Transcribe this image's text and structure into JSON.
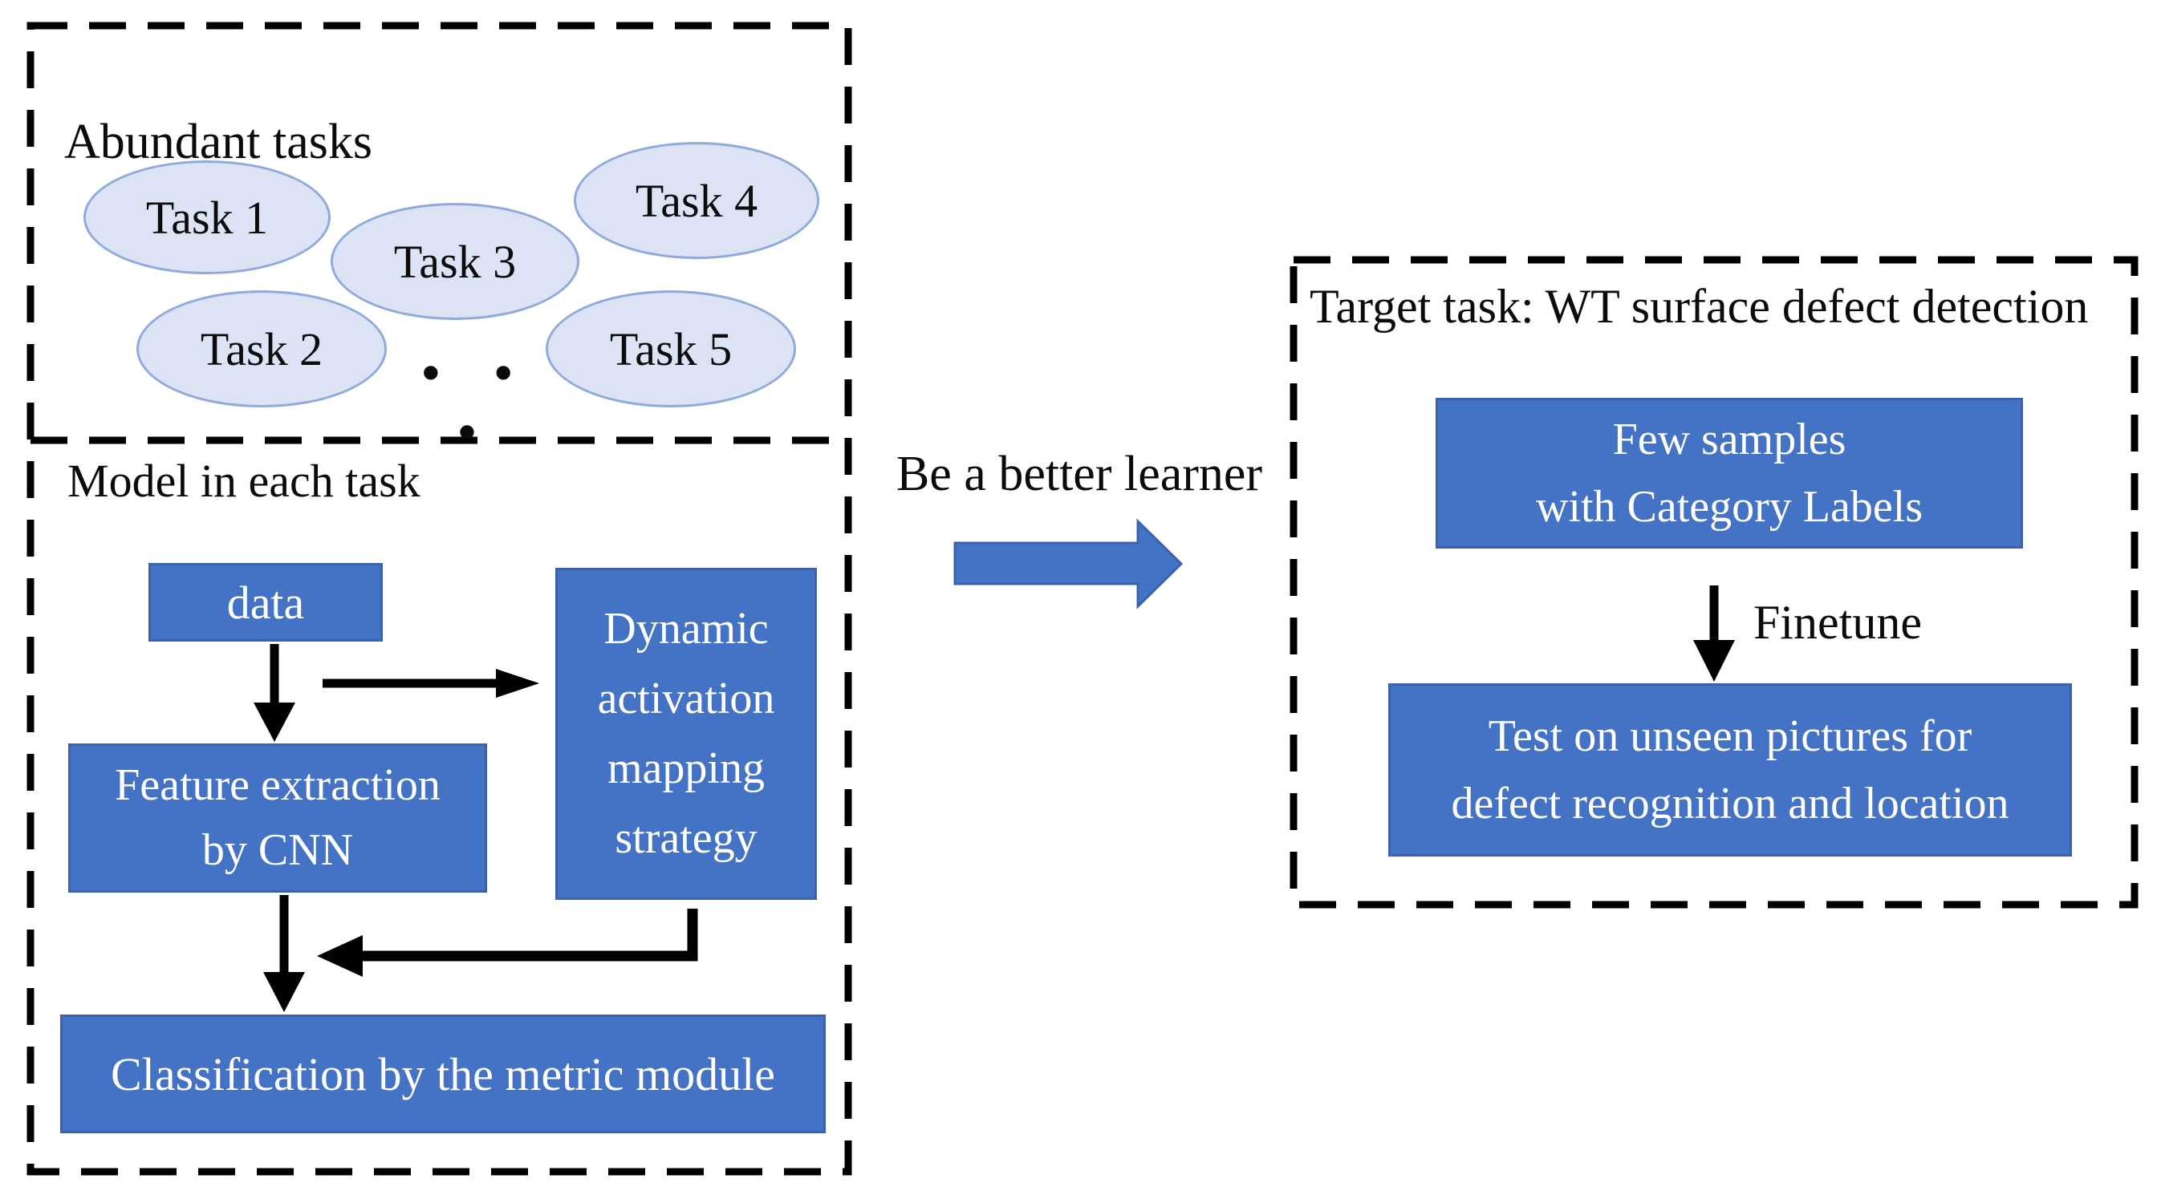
{
  "left_panel": {
    "abundant": {
      "title": "Abundant tasks",
      "tasks": [
        "Task 1",
        "Task 2",
        "Task 3",
        "Task 4",
        "Task 5"
      ],
      "ellipsis": "•  •  •"
    },
    "model": {
      "title": "Model in each task",
      "data_box": "data",
      "feature_box": "Feature extraction\nby CNN",
      "dynamic_box": "Dynamic\nactivation\nmapping\nstrategy",
      "classification_box": "Classification by the metric module"
    }
  },
  "transition": {
    "label": "Be a better learner"
  },
  "right_panel": {
    "title": "Target task: WT surface defect detection",
    "few_samples_box": "Few samples\nwith Category Labels",
    "finetune_label": "Finetune",
    "test_box": "Test on unseen pictures for\ndefect recognition and location"
  },
  "colors": {
    "solid_box_fill": "#4472c4",
    "solid_box_border": "#3a62ae",
    "ellipse_fill": "#dce3f4",
    "ellipse_border": "#8faadc",
    "arrow_and_border": "#000000",
    "box_text": "#ffffff",
    "label_text": "#0b0b0b"
  }
}
